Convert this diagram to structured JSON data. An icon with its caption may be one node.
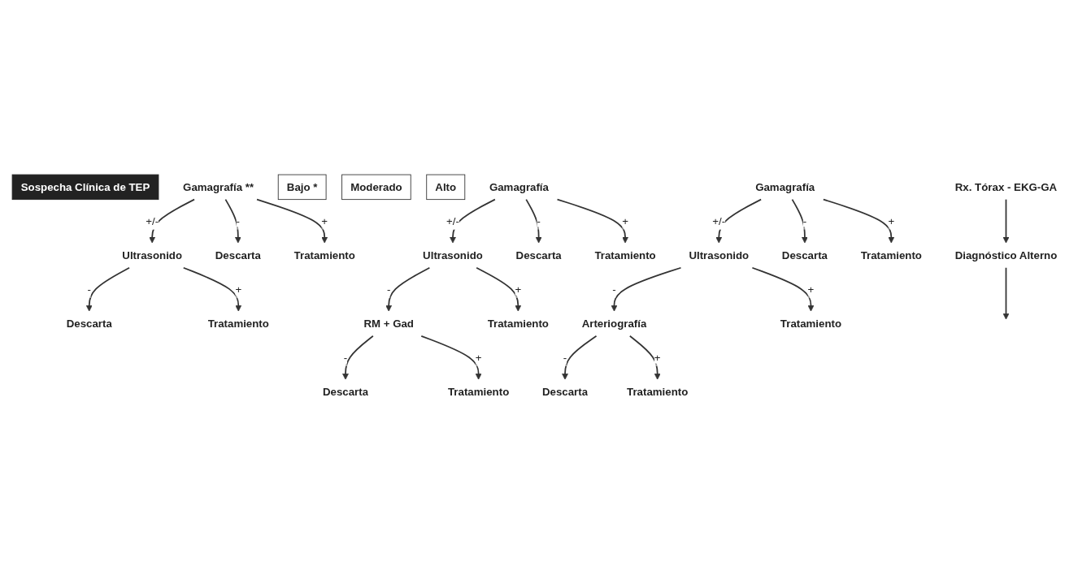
{
  "diagram": {
    "nodes": [
      {
        "text": [
          "Sospecha Clínica de TEP"
        ]
      },
      {
        "text": [
          "Diagnóstico Alterno"
        ]
      },
      {
        "text": [
          "Rx. Tórax - EKG-GA"
        ]
      },
      {
        "text": [
          "Bajo *"
        ]
      },
      {
        "text": [
          "Moderado"
        ]
      },
      {
        "text": [
          "Alto"
        ]
      },
      {
        "text": [
          "Gamagrafía **"
        ]
      },
      {
        "text": [
          "Descarta"
        ]
      },
      {
        "text": [
          "Tratamiento"
        ]
      },
      {
        "text": [
          "Ultrasonido"
        ]
      },
      {
        "text": [
          "Descarta"
        ]
      },
      {
        "text": [
          "Tratamiento"
        ]
      },
      {
        "text": [
          "Gamagrafía"
        ]
      },
      {
        "text": [
          "Descarta"
        ]
      },
      {
        "text": [
          "Tratamiento"
        ]
      },
      {
        "text": [
          "Ultrasonido"
        ]
      },
      {
        "text": [
          "RM + Gad"
        ]
      },
      {
        "text": [
          "Tratamiento"
        ]
      },
      {
        "text": [
          "Descarta"
        ]
      },
      {
        "text": [
          "Tratamiento"
        ]
      },
      {
        "text": [
          "Gamagrafía"
        ]
      },
      {
        "text": [
          "Descarta"
        ]
      },
      {
        "text": [
          "Tratamiento"
        ]
      },
      {
        "text": [
          "Ultrasonido"
        ]
      },
      {
        "text": [
          "Arteriografía"
        ]
      },
      {
        "text": [
          "Tratamiento"
        ]
      },
      {
        "text": [
          "Descarta"
        ]
      },
      {
        "text": [
          "Tratamiento"
        ]
      }
    ],
    "edges": [
      {
        "from": 2,
        "to": 1,
        "arrow": "to"
      },
      {
        "from": 1,
        "to": null,
        "arrow": "to"
      },
      {
        "from": 6,
        "to": 7,
        "label": "-",
        "arrow": "to"
      },
      {
        "from": 6,
        "to": 8,
        "label": "+",
        "arrow": "to"
      },
      {
        "from": 6,
        "to": 9,
        "label": "+/-",
        "arrow": "to"
      },
      {
        "from": 9,
        "to": 10,
        "label": "-",
        "arrow": "to"
      },
      {
        "from": 9,
        "to": 11,
        "label": "+",
        "arrow": "to"
      },
      {
        "from": 12,
        "to": 13,
        "label": "-",
        "arrow": "to"
      },
      {
        "from": 12,
        "to": 14,
        "label": "+",
        "arrow": "to"
      },
      {
        "from": 12,
        "to": 15,
        "label": "+/-",
        "arrow": "to"
      },
      {
        "from": 15,
        "to": 16,
        "label": "-",
        "arrow": "to"
      },
      {
        "from": 15,
        "to": 17,
        "label": "+",
        "arrow": "to"
      },
      {
        "from": 16,
        "to": 18,
        "label": "-",
        "arrow": "to"
      },
      {
        "from": 16,
        "to": 19,
        "label": "+",
        "arrow": "to"
      },
      {
        "from": 20,
        "to": 21,
        "label": "-",
        "arrow": "to"
      },
      {
        "from": 20,
        "to": 22,
        "label": "+",
        "arrow": "to"
      },
      {
        "from": 20,
        "to": 23,
        "label": "+/-",
        "arrow": "to"
      },
      {
        "from": 23,
        "to": 24,
        "label": "-",
        "arrow": "to"
      },
      {
        "from": 23,
        "to": 25,
        "label": "+",
        "arrow": "to"
      },
      {
        "from": 24,
        "to": 26,
        "label": "-",
        "arrow": "to"
      },
      {
        "from": 24,
        "to": 27,
        "label": "+",
        "arrow": "to"
      }
    ]
  }
}
